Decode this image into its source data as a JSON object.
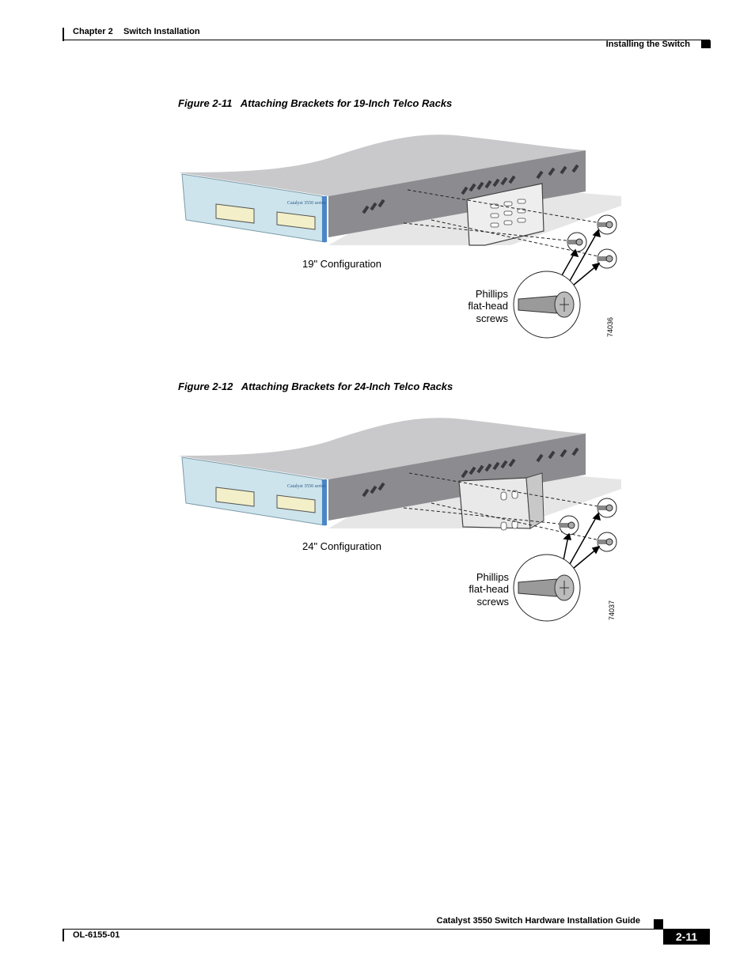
{
  "header": {
    "chapter": "Chapter 2",
    "section": "Switch Installation",
    "right_title": "Installing the Switch"
  },
  "figures": [
    {
      "caption": "Figure 2-11   Attaching Brackets for 19-Inch Telco Racks",
      "config_label": "19\" Configuration",
      "screw_label": [
        "Phillips",
        "flat-head",
        "screws"
      ],
      "art_id": "74036",
      "front_label": "Catalyst 3550 series"
    },
    {
      "caption": "Figure 2-12   Attaching Brackets for 24-Inch Telco Racks",
      "config_label": "24\" Configuration",
      "screw_label": [
        "Phillips",
        "flat-head",
        "screws"
      ],
      "art_id": "74037",
      "front_label": "Catalyst 3550 series"
    }
  ],
  "footer": {
    "guide_title": "Catalyst 3550 Switch Hardware Installation Guide",
    "doc_number": "OL-6155-01",
    "page_number": "2-11"
  },
  "colors": {
    "chassis_top": "#c9c9cb",
    "chassis_side": "#8c8c90",
    "front_panel": "#cde4ec",
    "shadow": "#e6e6e6"
  }
}
